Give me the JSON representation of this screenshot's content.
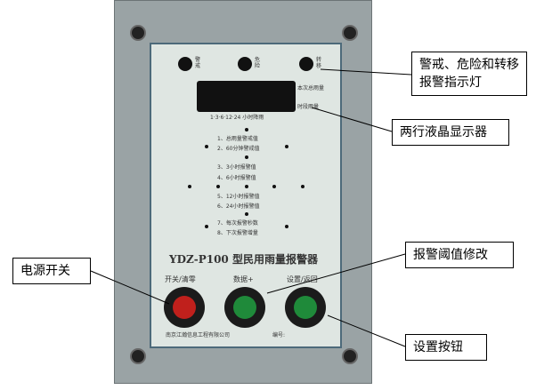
{
  "device": {
    "indicators": [
      "警戒",
      "危险",
      "转移"
    ],
    "lcd_labels": [
      "本次总雨量",
      "时段雨量"
    ],
    "rain_hours": "1·3·6·12·24 小时降雨",
    "menu_items": [
      "1、总雨量警戒值",
      "2、60分钟警戒值",
      "3、3小时报警值",
      "4、6小时报警值",
      "5、12小时报警值",
      "6、24小时报警值",
      "7、每次报警秒数",
      "8、下次报警增量"
    ],
    "model_title": "YDZ-P100 型民用雨量报警器",
    "buttons": [
      {
        "label": "开关/清零",
        "color": "#c0201c"
      },
      {
        "label": "数据+",
        "color": "#1f8a3a"
      },
      {
        "label": "设置/返回",
        "color": "#1f8a3a"
      }
    ],
    "company": "南京江瀚信息工程有限公司",
    "serial_label": "编号:"
  },
  "callouts": {
    "indicator_lights": "警戒、危险和转移报警指示灯",
    "lcd": "两行液晶显示器",
    "power": "电源开关",
    "threshold": "报警阈值修改",
    "settings": "设置按钮"
  }
}
